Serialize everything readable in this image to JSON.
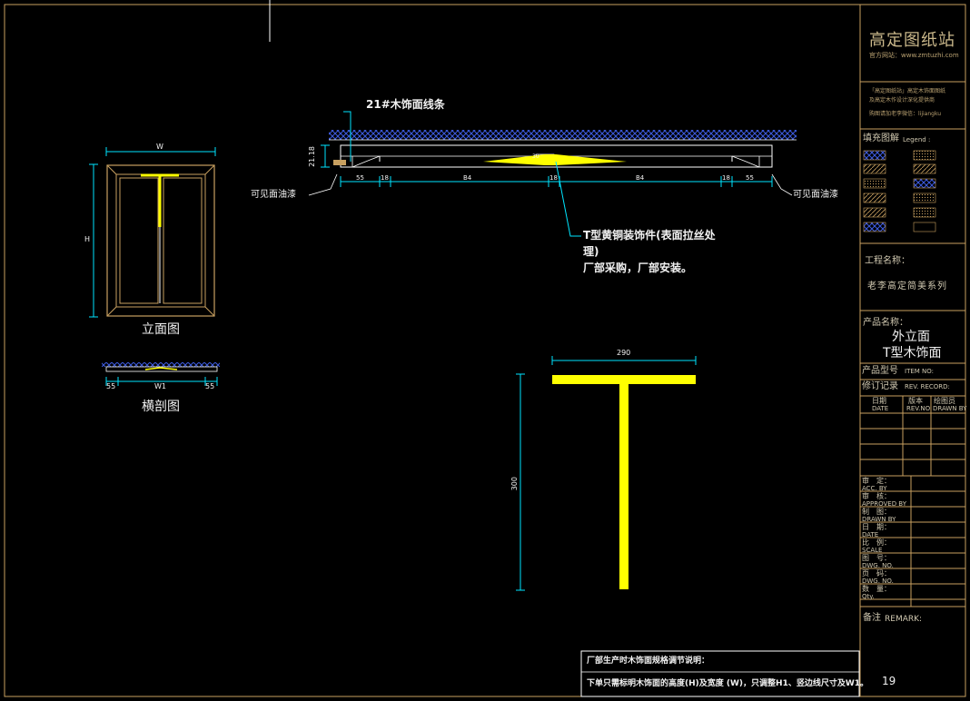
{
  "colors": {
    "background": "#000000",
    "frame": "#c8a060",
    "dimension": "#00e5ff",
    "highlight": "#ffff00",
    "text": "#ffffff"
  },
  "elevation_view": {
    "title": "立面图",
    "dim_width": "W",
    "dim_height": "H"
  },
  "cross_section_view": {
    "title": "横剖图",
    "dim_left": "55",
    "dim_mid": "W1",
    "dim_right": "55"
  },
  "profile_detail": {
    "label_top": "21#木饰面线条",
    "dim_height": "21.18",
    "dims": [
      "55",
      "18",
      "B4",
      "18",
      "B4",
      "18",
      "55"
    ],
    "center_mark": "30",
    "side_note_left": "可见面油漆",
    "side_note_right": "可见面油漆",
    "callout_line1": "T型黄铜装饰件(表面拉丝处",
    "callout_line2": "理)",
    "callout_line3": "厂部采购，厂部安装。"
  },
  "t_part": {
    "dim_width": "290",
    "dim_height": "300"
  },
  "note_box": {
    "title": "厂部生产时木饰面规格调节说明：",
    "body": "下单只需标明木饰面的高度(H)及宽度 (W)，只调整H1、竖边线尺寸及W1。"
  },
  "title_block": {
    "brand": "高定图纸站",
    "website_label": "官方网站：www.zmtuzhi.com",
    "intro_line1": "「高定图纸站」高定木饰面图纸",
    "intro_line2": "及高定木作设计深化提供商",
    "intro_line3": "购图请加老李微信：lijiangku",
    "legend_title": "填充图解",
    "legend_en": "Legend :",
    "project_label": "工程名称：",
    "project_value": "老李高定简美系列",
    "product_label": "产品名称：",
    "product_value1": "外立面",
    "product_value2": "T型木饰面",
    "item_no_cn": "产品型号",
    "item_no_en": "ITEM NO:",
    "rev_cn": "修订记录",
    "rev_en": "REV. RECORD:",
    "rev_headers": [
      {
        "cn": "日期",
        "en": "DATE"
      },
      {
        "cn": "版本",
        "en": "REV.NO"
      },
      {
        "cn": "绘图员",
        "en": "DRAWN BY"
      }
    ],
    "sign_rows": [
      {
        "cn": "审　定：",
        "en": "ACC. BY"
      },
      {
        "cn": "审　核：",
        "en": "APPROVED BY"
      },
      {
        "cn": "制　图：",
        "en": "DRAWN BY"
      },
      {
        "cn": "日　期：",
        "en": "DATE"
      },
      {
        "cn": "比　例：",
        "en": "SCALE"
      },
      {
        "cn": "图　号：",
        "en": "DWG. NO."
      },
      {
        "cn": "页　码：",
        "en": "DWG. NO."
      },
      {
        "cn": "数　量：",
        "en": "Qty."
      }
    ],
    "remark_cn": "备注",
    "remark_en": "REMARK:",
    "page_number": "19"
  }
}
